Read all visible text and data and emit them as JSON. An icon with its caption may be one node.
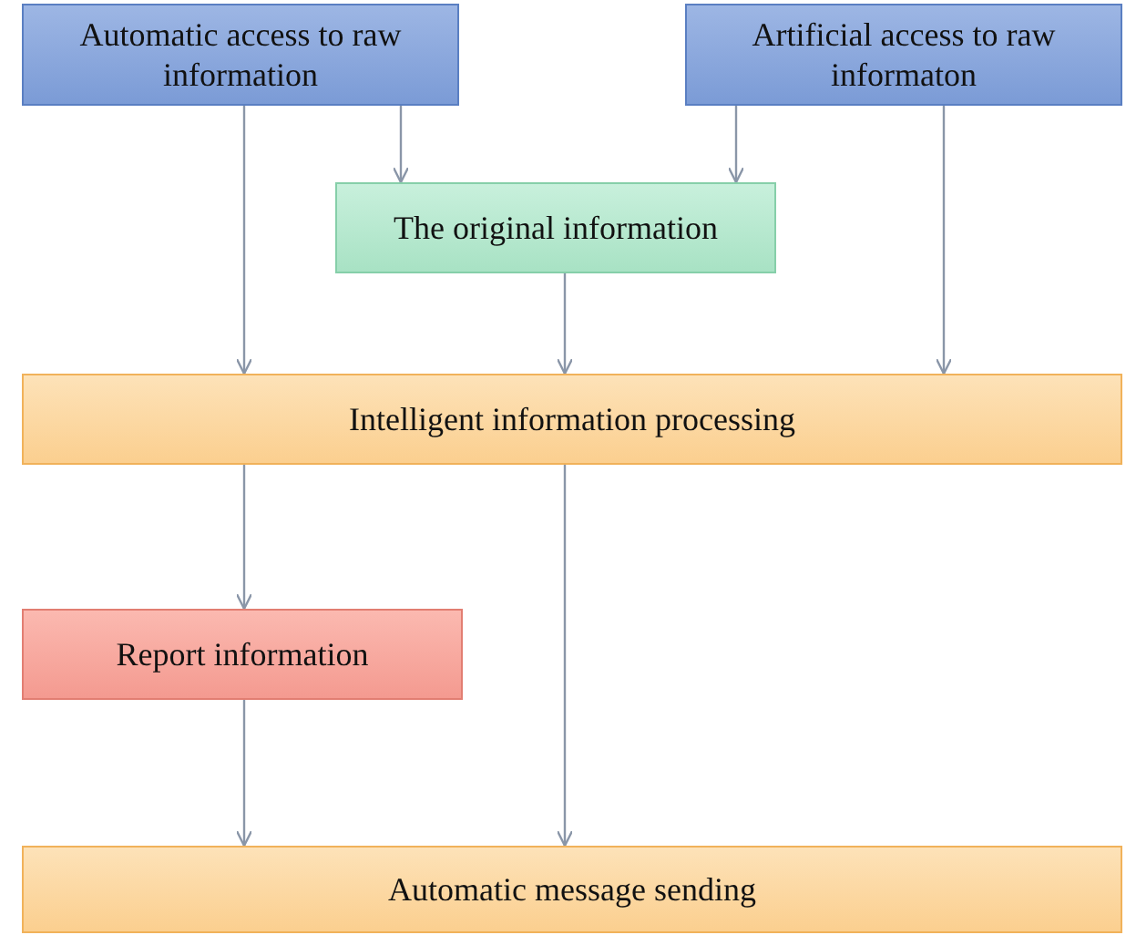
{
  "diagram": {
    "nodes": [
      {
        "text": [
          "Automatic access to raw information"
        ]
      },
      {
        "text": [
          "Artificial access to raw informaton"
        ]
      },
      {
        "text": [
          "The original information"
        ]
      },
      {
        "text": [
          "Intelligent information processing"
        ]
      },
      {
        "text": [
          "Report information"
        ]
      },
      {
        "text": [
          "Automatic message sending"
        ]
      }
    ],
    "edges": [
      {
        "from": 0,
        "to": 3,
        "arrow": "to"
      },
      {
        "from": 0,
        "to": 2,
        "arrow": "to"
      },
      {
        "from": 1,
        "to": 2,
        "arrow": "to"
      },
      {
        "from": 1,
        "to": 3,
        "arrow": "to"
      },
      {
        "from": 2,
        "to": 3,
        "arrow": "to"
      },
      {
        "from": 3,
        "to": 4,
        "arrow": "to"
      },
      {
        "from": 3,
        "to": 5,
        "arrow": "to"
      },
      {
        "from": 4,
        "to": 5,
        "arrow": "to"
      }
    ]
  }
}
